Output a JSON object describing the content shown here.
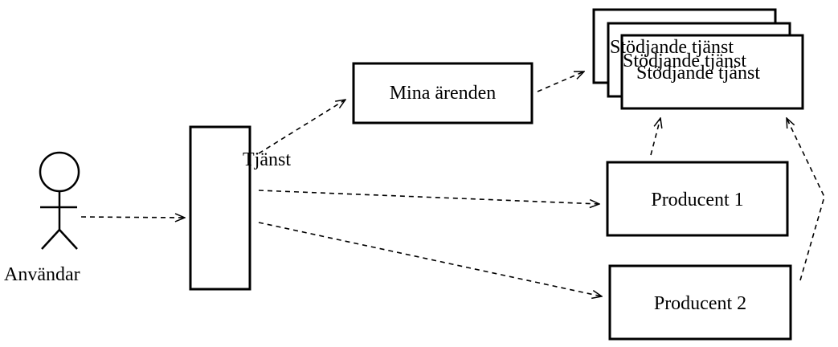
{
  "actor": {
    "label": "Användar"
  },
  "service": {
    "label": "Tjänst"
  },
  "my_cases": {
    "label": "Mina ärenden"
  },
  "supporting_services": [
    {
      "label": "Stödjande tjänst"
    },
    {
      "label": "Stödjande tjänst"
    },
    {
      "label": "Stödjande tjänst"
    }
  ],
  "producers": [
    {
      "label": "Producent 1"
    },
    {
      "label": "Producent 2"
    }
  ],
  "colors": {
    "stroke": "#000000",
    "background": "#ffffff"
  }
}
